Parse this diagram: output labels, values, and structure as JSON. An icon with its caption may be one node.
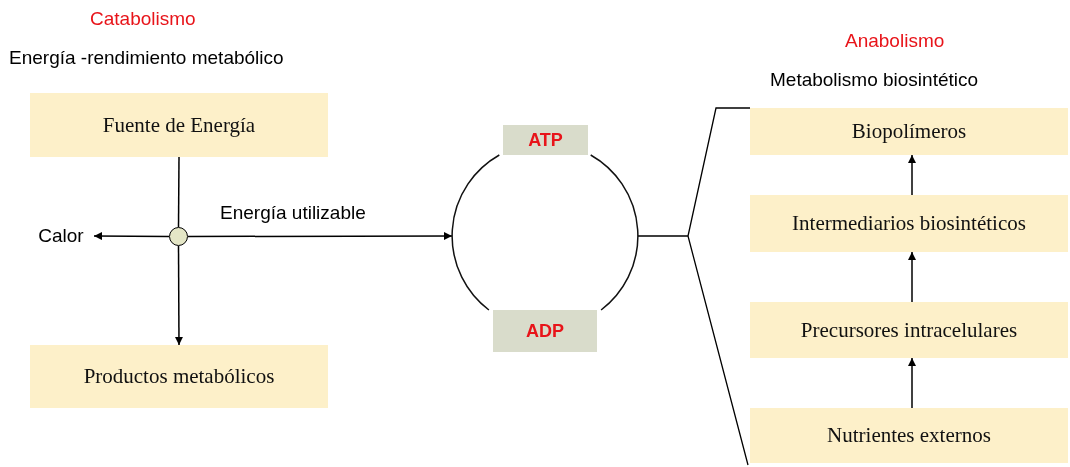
{
  "diagram": {
    "nodes": [
      {
        "text": [
          "Fuente de Energía"
        ]
      },
      {
        "text": [],
        "shape": "circle"
      },
      {
        "text": [
          "Calor"
        ]
      },
      {
        "text": [
          "Productos metabólicos"
        ]
      },
      {
        "text": [],
        "shape": "circle"
      },
      {
        "text": [
          "ATP"
        ]
      },
      {
        "text": [
          "ADP"
        ]
      },
      {
        "text": [
          "Biopolímeros"
        ]
      },
      {
        "text": [
          "Intermediarios biosintéticos"
        ]
      },
      {
        "text": [
          "Precursores intracelulares"
        ]
      },
      {
        "text": [
          "Nutrientes externos"
        ]
      }
    ],
    "edges": [
      {
        "from": 0,
        "to": 1,
        "arrow": "none"
      },
      {
        "from": 1,
        "to": 3,
        "arrow": "to"
      },
      {
        "from": 1,
        "to": 2,
        "arrow": "to"
      },
      {
        "from": 1,
        "to": 4,
        "arrow": "to",
        "label": "Energía utilizable"
      },
      {
        "from": 10,
        "to": 9,
        "arrow": "to"
      },
      {
        "from": 9,
        "to": 8,
        "arrow": "to"
      },
      {
        "from": 8,
        "to": 7,
        "arrow": "to"
      }
    ],
    "labels": [
      "Catabolismo",
      "Energía -rendimiento metabólico",
      "Anabolismo",
      "Metabolismo biosintético"
    ]
  }
}
